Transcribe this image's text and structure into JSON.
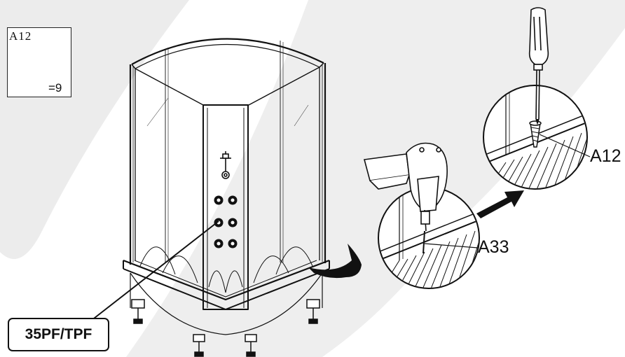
{
  "parts_box": {
    "code": "A12",
    "quantity": "=9",
    "icon": "screw-icon"
  },
  "callouts": {
    "screw_label": "A12",
    "drill_part_label": "A33"
  },
  "model_badge": {
    "text": "35PF/TPF"
  },
  "colors": {
    "line": "#111111",
    "background_swoosh": "#ececec",
    "arrow_fill": "#222222"
  }
}
